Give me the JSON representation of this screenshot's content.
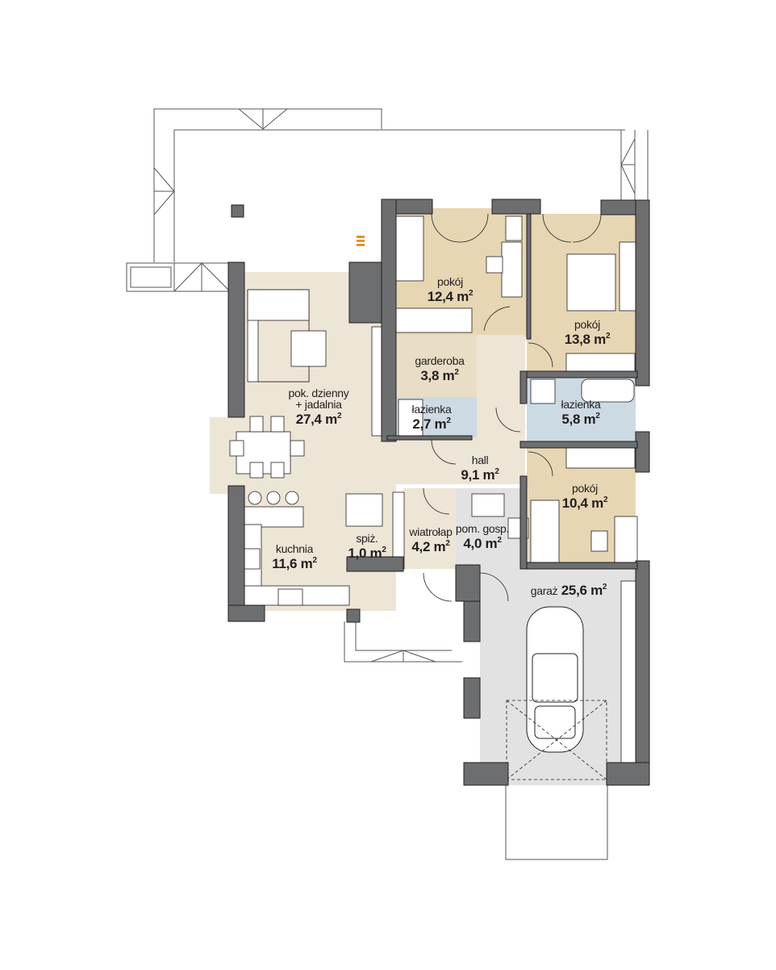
{
  "plan": {
    "colors": {
      "wall": "#6d6e70",
      "living": "#ede5d6",
      "bedroom": "#e6d6b3",
      "bathroom": "#ccdae3",
      "utility": "#e2e2e2",
      "line": "#231f20",
      "fireplace_accent": "#e8902a"
    },
    "rooms": [
      {
        "id": "pokoj-1",
        "name": "pokój",
        "area": "12,4 m",
        "unit_sup": "2"
      },
      {
        "id": "pokoj-2",
        "name": "pokój",
        "area": "13,8 m",
        "unit_sup": "2"
      },
      {
        "id": "garderoba",
        "name": "garderoba",
        "area": "3,8 m",
        "unit_sup": "2"
      },
      {
        "id": "lazienka-1",
        "name": "łazienka",
        "area": "2,7 m",
        "unit_sup": "2"
      },
      {
        "id": "lazienka-2",
        "name": "łazienka",
        "area": "5,8 m",
        "unit_sup": "2"
      },
      {
        "id": "pok-dzienny",
        "name": "pok. dzienny",
        "name2": "+ jadalnia",
        "area": "27,4 m",
        "unit_sup": "2"
      },
      {
        "id": "hall",
        "name": "hall",
        "area": "9,1 m",
        "unit_sup": "2"
      },
      {
        "id": "pokoj-3",
        "name": "pokój",
        "area": "10,4 m",
        "unit_sup": "2"
      },
      {
        "id": "kuchnia",
        "name": "kuchnia",
        "area": "11,6 m",
        "unit_sup": "2"
      },
      {
        "id": "spiz",
        "name": "spiż.",
        "area": "1,0 m",
        "unit_sup": "2"
      },
      {
        "id": "wiatrolap",
        "name": "wiatrołap",
        "area": "4,2 m",
        "unit_sup": "2"
      },
      {
        "id": "pom-gosp",
        "name": "pom. gosp.",
        "area": "4,0 m",
        "unit_sup": "2"
      },
      {
        "id": "garaz",
        "name": "garaż",
        "area": "25,6 m",
        "unit_sup": "2"
      }
    ]
  }
}
